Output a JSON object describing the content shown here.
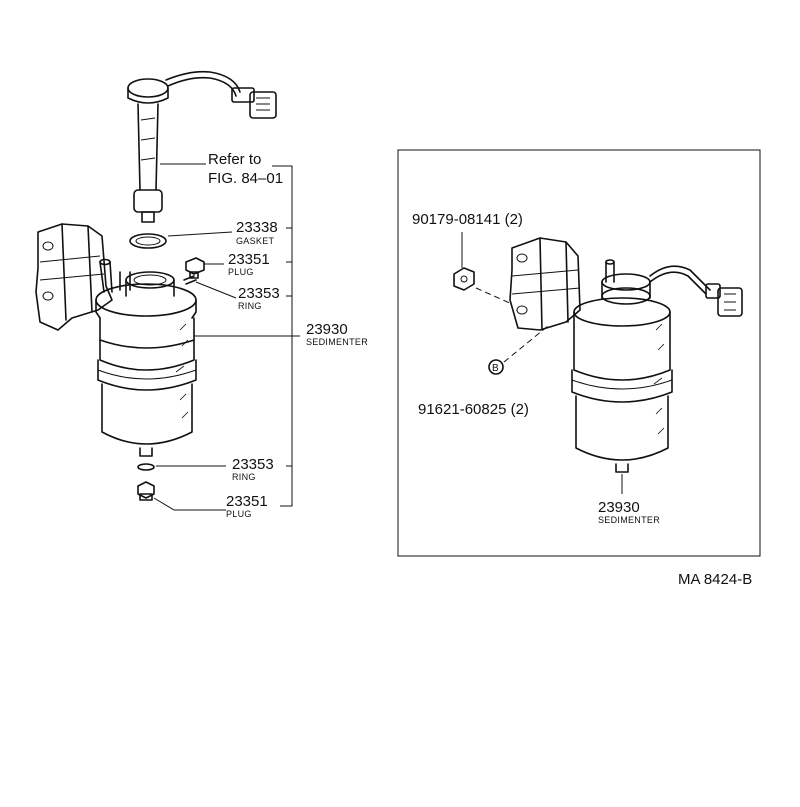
{
  "reference": {
    "line1": "Refer to",
    "line2": "FIG. 84–01"
  },
  "left_callouts": {
    "gasket": {
      "number": "23338",
      "name": "GASKET"
    },
    "plug_upper": {
      "number": "23351",
      "name": "PLUG"
    },
    "ring_upper": {
      "number": "23353",
      "name": "RING"
    },
    "sedimenter": {
      "number": "23930",
      "name": "SEDIMENTER"
    },
    "ring_lower": {
      "number": "23353",
      "name": "RING"
    },
    "plug_lower": {
      "number": "23351",
      "name": "PLUG"
    }
  },
  "right_callouts": {
    "nut": {
      "number": "90179-08141 (2)"
    },
    "bolt": {
      "number": "91621-60825 (2)",
      "marker": "B"
    },
    "sedimenter": {
      "number": "23930",
      "name": "SEDIMENTER"
    }
  },
  "figure_code": "MA 8424-B"
}
